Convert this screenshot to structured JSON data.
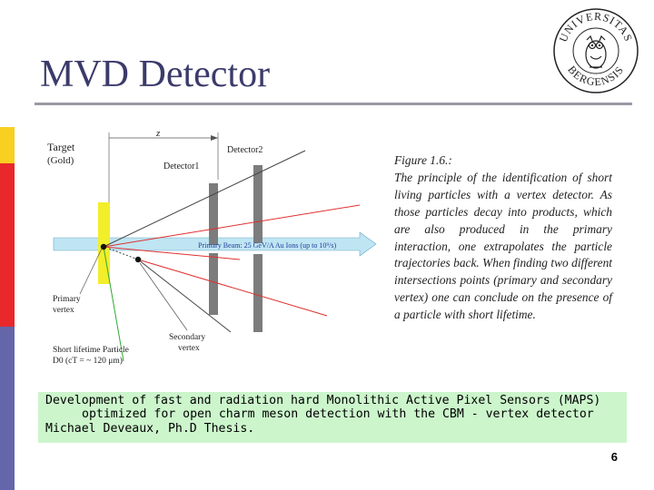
{
  "slide": {
    "title": "MVD Detector",
    "page_number": "6"
  },
  "colors": {
    "sidebar": [
      "#e8282a",
      "#f7d021",
      "#e8282a",
      "#6566a9"
    ],
    "rule": "#9a9aa6",
    "ref_background": "#ccf5cc",
    "target": "#f2ee2a",
    "beam": "#bfe5f3",
    "detector": "#7c7c7c"
  },
  "logo": {
    "name": "university-of-bergen-seal",
    "lettering": "UNIVERSITAS BERGENSIS"
  },
  "diagram": {
    "target_label": "Target",
    "target_sub": "(Gold)",
    "z_label": "z",
    "detector1_label": "Detector1",
    "detector2_label": "Detector2",
    "beam_label": "Primary Beam: 25 GeV/A Au Ions (up to 10⁹/s)",
    "primary_vertex_label_1": "Primary",
    "primary_vertex_label_2": "vertex",
    "secondary_vertex_label_1": "Secondary",
    "secondary_vertex_label_2": "vertex",
    "particle_label_1": "Short lifetime Particle",
    "particle_label_2": "D0 (cT = ~ 120 μm)"
  },
  "caption": {
    "heading": "Figure 1.6.:",
    "body": "The principle of the identification of short living particles with a vertex detector. As those particles decay into products, which are also produced in the primary interaction, one extrapolates the particle trajectories back. When finding two different intersections points (primary and secondary vertex) one can conclude on the presence of a particle with short lifetime."
  },
  "reference": {
    "line1": "Development of fast and radiation hard Monolithic Active Pixel Sensors (MAPS)",
    "line2": "optimized for open charm meson detection with the CBM - vertex detector",
    "line3": "Michael Deveaux, Ph.D Thesis."
  }
}
